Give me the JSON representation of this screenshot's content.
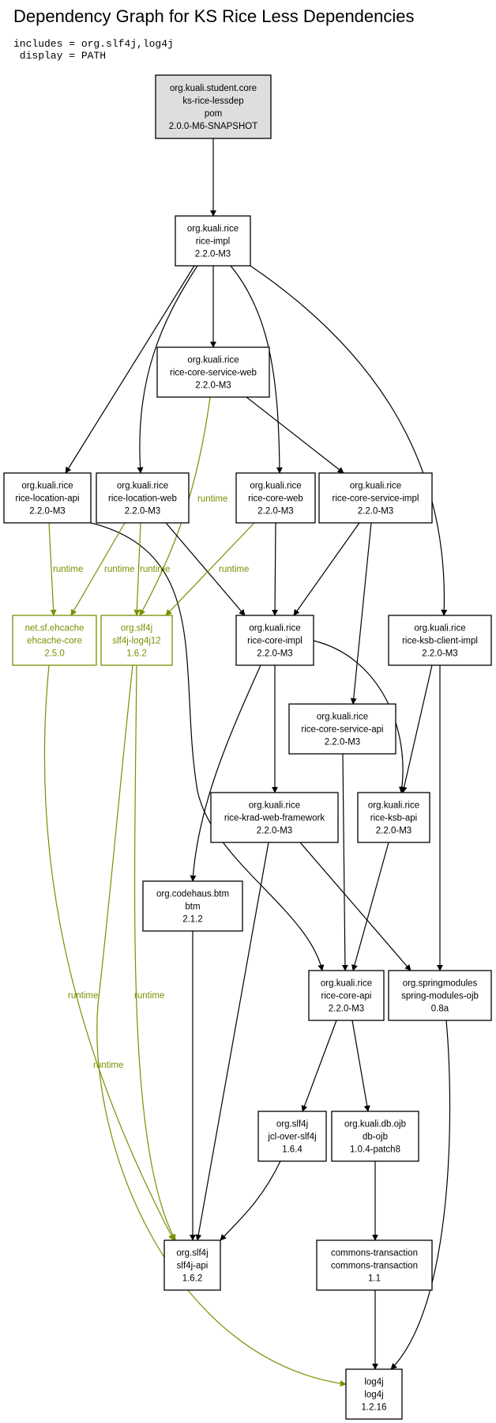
{
  "header": {
    "title": "Dependency Graph for KS Rice Less Dependencies",
    "meta_line1": "includes = org.slf4j,log4j",
    "meta_line2": " display = PATH"
  },
  "colors": {
    "normal": "#000000",
    "runtime": "#7a8f00",
    "root_fill": "#dedede"
  },
  "nodes": [
    {
      "id": "lessdep",
      "lines": [
        "org.kuali.student.core",
        "ks-rice-lessdep",
        "pom",
        "2.0.0-M6-SNAPSHOT"
      ],
      "root": true
    },
    {
      "id": "rice-impl",
      "lines": [
        "org.kuali.rice",
        "rice-impl",
        "2.2.0-M3"
      ]
    },
    {
      "id": "core-service-web",
      "lines": [
        "org.kuali.rice",
        "rice-core-service-web",
        "2.2.0-M3"
      ]
    },
    {
      "id": "location-api",
      "lines": [
        "org.kuali.rice",
        "rice-location-api",
        "2.2.0-M3"
      ]
    },
    {
      "id": "location-web",
      "lines": [
        "org.kuali.rice",
        "rice-location-web",
        "2.2.0-M3"
      ]
    },
    {
      "id": "core-web",
      "lines": [
        "org.kuali.rice",
        "rice-core-web",
        "2.2.0-M3"
      ]
    },
    {
      "id": "core-service-impl",
      "lines": [
        "org.kuali.rice",
        "rice-core-service-impl",
        "2.2.0-M3"
      ]
    },
    {
      "id": "ehcache",
      "lines": [
        "net.sf.ehcache",
        "ehcache-core",
        "2.5.0"
      ],
      "green": true
    },
    {
      "id": "slf4j-log4j12",
      "lines": [
        "org.slf4j",
        "slf4j-log4j12",
        "1.6.2"
      ],
      "green": true
    },
    {
      "id": "core-impl",
      "lines": [
        "org.kuali.rice",
        "rice-core-impl",
        "2.2.0-M3"
      ]
    },
    {
      "id": "ksb-client-impl",
      "lines": [
        "org.kuali.rice",
        "rice-ksb-client-impl",
        "2.2.0-M3"
      ]
    },
    {
      "id": "core-service-api",
      "lines": [
        "org.kuali.rice",
        "rice-core-service-api",
        "2.2.0-M3"
      ]
    },
    {
      "id": "krad",
      "lines": [
        "org.kuali.rice",
        "rice-krad-web-framework",
        "2.2.0-M3"
      ]
    },
    {
      "id": "ksb-api",
      "lines": [
        "org.kuali.rice",
        "rice-ksb-api",
        "2.2.0-M3"
      ]
    },
    {
      "id": "btm",
      "lines": [
        "org.codehaus.btm",
        "btm",
        "2.1.2"
      ]
    },
    {
      "id": "core-api",
      "lines": [
        "org.kuali.rice",
        "rice-core-api",
        "2.2.0-M3"
      ]
    },
    {
      "id": "spring-ojb",
      "lines": [
        "org.springmodules",
        "spring-modules-ojb",
        "0.8a"
      ]
    },
    {
      "id": "jcl",
      "lines": [
        "org.slf4j",
        "jcl-over-slf4j",
        "1.6.4"
      ]
    },
    {
      "id": "db-ojb",
      "lines": [
        "org.kuali.db.ojb",
        "db-ojb",
        "1.0.4-patch8"
      ]
    },
    {
      "id": "slf4j-api",
      "lines": [
        "org.slf4j",
        "slf4j-api",
        "1.6.2"
      ]
    },
    {
      "id": "commons-tx",
      "lines": [
        "commons-transaction",
        "commons-transaction",
        "1.1"
      ]
    },
    {
      "id": "log4j",
      "lines": [
        "log4j",
        "log4j",
        "1.2.16"
      ]
    }
  ],
  "edges": [
    {
      "from": "lessdep",
      "to": "rice-impl"
    },
    {
      "from": "rice-impl",
      "to": "core-service-web"
    },
    {
      "from": "rice-impl",
      "to": "location-api"
    },
    {
      "from": "rice-impl",
      "to": "location-web"
    },
    {
      "from": "rice-impl",
      "to": "core-web"
    },
    {
      "from": "rice-impl",
      "to": "ksb-client-impl"
    },
    {
      "from": "core-service-web",
      "to": "core-service-impl"
    },
    {
      "from": "core-service-web",
      "to": "slf4j-log4j12",
      "label": "runtime"
    },
    {
      "from": "location-api",
      "to": "ehcache",
      "label": "runtime"
    },
    {
      "from": "location-api",
      "to": "core-api"
    },
    {
      "from": "location-web",
      "to": "ehcache",
      "label": "runtime"
    },
    {
      "from": "location-web",
      "to": "slf4j-log4j12",
      "label": "runtime"
    },
    {
      "from": "location-web",
      "to": "core-impl"
    },
    {
      "from": "core-web",
      "to": "slf4j-log4j12",
      "label": "runtime"
    },
    {
      "from": "core-web",
      "to": "core-impl"
    },
    {
      "from": "core-service-impl",
      "to": "core-impl"
    },
    {
      "from": "core-service-impl",
      "to": "core-service-api"
    },
    {
      "from": "ehcache",
      "to": "slf4j-api",
      "label": "runtime"
    },
    {
      "from": "slf4j-log4j12",
      "to": "slf4j-api",
      "label": "runtime"
    },
    {
      "from": "slf4j-log4j12",
      "to": "log4j",
      "label": "runtime"
    },
    {
      "from": "core-impl",
      "to": "krad"
    },
    {
      "from": "core-impl",
      "to": "btm"
    },
    {
      "from": "core-impl",
      "to": "ksb-api"
    },
    {
      "from": "ksb-client-impl",
      "to": "ksb-api"
    },
    {
      "from": "ksb-client-impl",
      "to": "spring-ojb"
    },
    {
      "from": "core-service-api",
      "to": "core-api"
    },
    {
      "from": "krad",
      "to": "slf4j-api"
    },
    {
      "from": "krad",
      "to": "spring-ojb"
    },
    {
      "from": "ksb-api",
      "to": "core-api"
    },
    {
      "from": "btm",
      "to": "slf4j-api"
    },
    {
      "from": "core-api",
      "to": "jcl"
    },
    {
      "from": "core-api",
      "to": "db-ojb"
    },
    {
      "from": "jcl",
      "to": "slf4j-api"
    },
    {
      "from": "db-ojb",
      "to": "commons-tx"
    },
    {
      "from": "commons-tx",
      "to": "log4j"
    },
    {
      "from": "spring-ojb",
      "to": "log4j"
    }
  ]
}
